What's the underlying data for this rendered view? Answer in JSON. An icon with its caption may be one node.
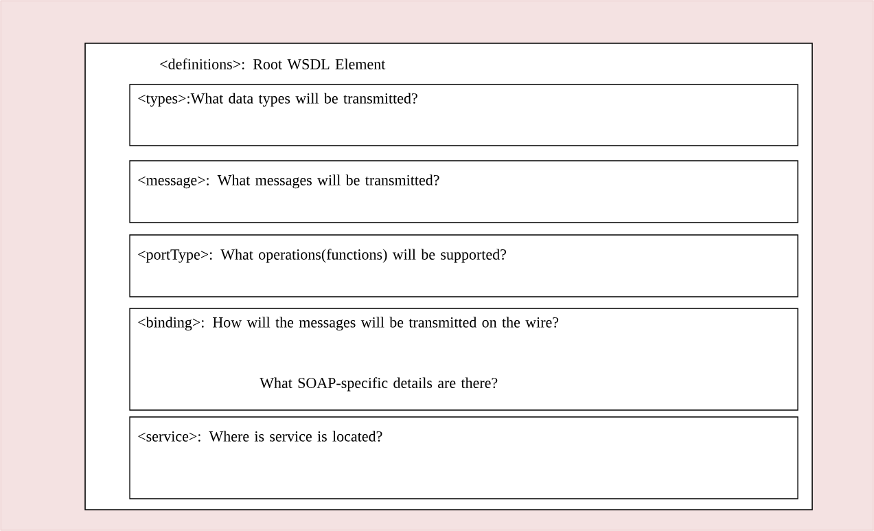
{
  "diagram": {
    "nodes": [
      {
        "text": [
          "<definitions>: Root WSDL Element"
        ]
      },
      {
        "text": [
          "<types>:What data types will be transmitted?"
        ],
        "in": 0
      },
      {
        "text": [
          "<message>: What messages will be transmitted?"
        ],
        "in": 0
      },
      {
        "text": [
          "<portType>: What operations(functions) will be supported?"
        ],
        "in": 0
      },
      {
        "text": [
          "<binding>: How will the messages will be transmitted on the wire?",
          "What SOAP-specific details are there?"
        ],
        "in": 0
      },
      {
        "text": [
          "<service>: Where is service is located?"
        ],
        "in": 0
      }
    ]
  }
}
